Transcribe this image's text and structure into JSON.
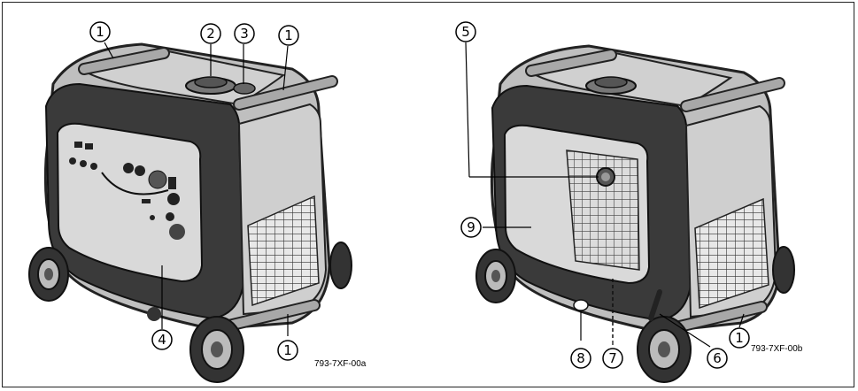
{
  "callouts": {
    "c1": "1",
    "c2": "2",
    "c3": "3",
    "c4": "4",
    "c5": "5",
    "c6": "6",
    "c7": "7",
    "c8": "8",
    "c9": "9"
  },
  "captions": {
    "left": "793-7XF-00a",
    "right": "793-7XF-00b"
  },
  "colors": {
    "handle": "#a8a8a8",
    "body": "#3a3a3a",
    "panel": "#d9d9d9"
  }
}
